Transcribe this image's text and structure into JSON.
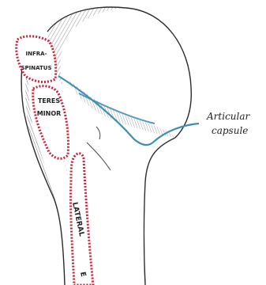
{
  "labels": {
    "infraspinatus_line1": "INFRA-",
    "infraspinatus_line2": "SPINATUS",
    "teres_minor_line1": "TERES",
    "teres_minor_line2": "MINOR",
    "lateral": "LATERAL",
    "lateral_tail": "E",
    "articular_line1": "Articular",
    "articular_line2": "capsule"
  },
  "colors": {
    "muscle_outline": "#c4243a",
    "capsule_line": "#3e8fb4",
    "bone_ink": "#2a2a2a"
  }
}
